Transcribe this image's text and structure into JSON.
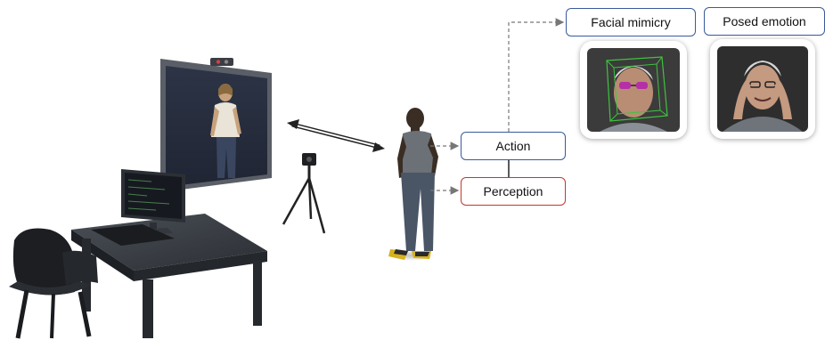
{
  "labels": {
    "action": "Action",
    "perception": "Perception",
    "facial_mimicry": "Facial mimicry",
    "posed_emotion": "Posed emotion"
  },
  "colors": {
    "box_border_blue": "#3a5a9a",
    "box_border_red": "#c0392b",
    "arrow_gray": "#777777",
    "furniture_dark": "#2b2e33",
    "screen_bg": "#2a3142",
    "face_tracking_green": "#3ec43e"
  }
}
